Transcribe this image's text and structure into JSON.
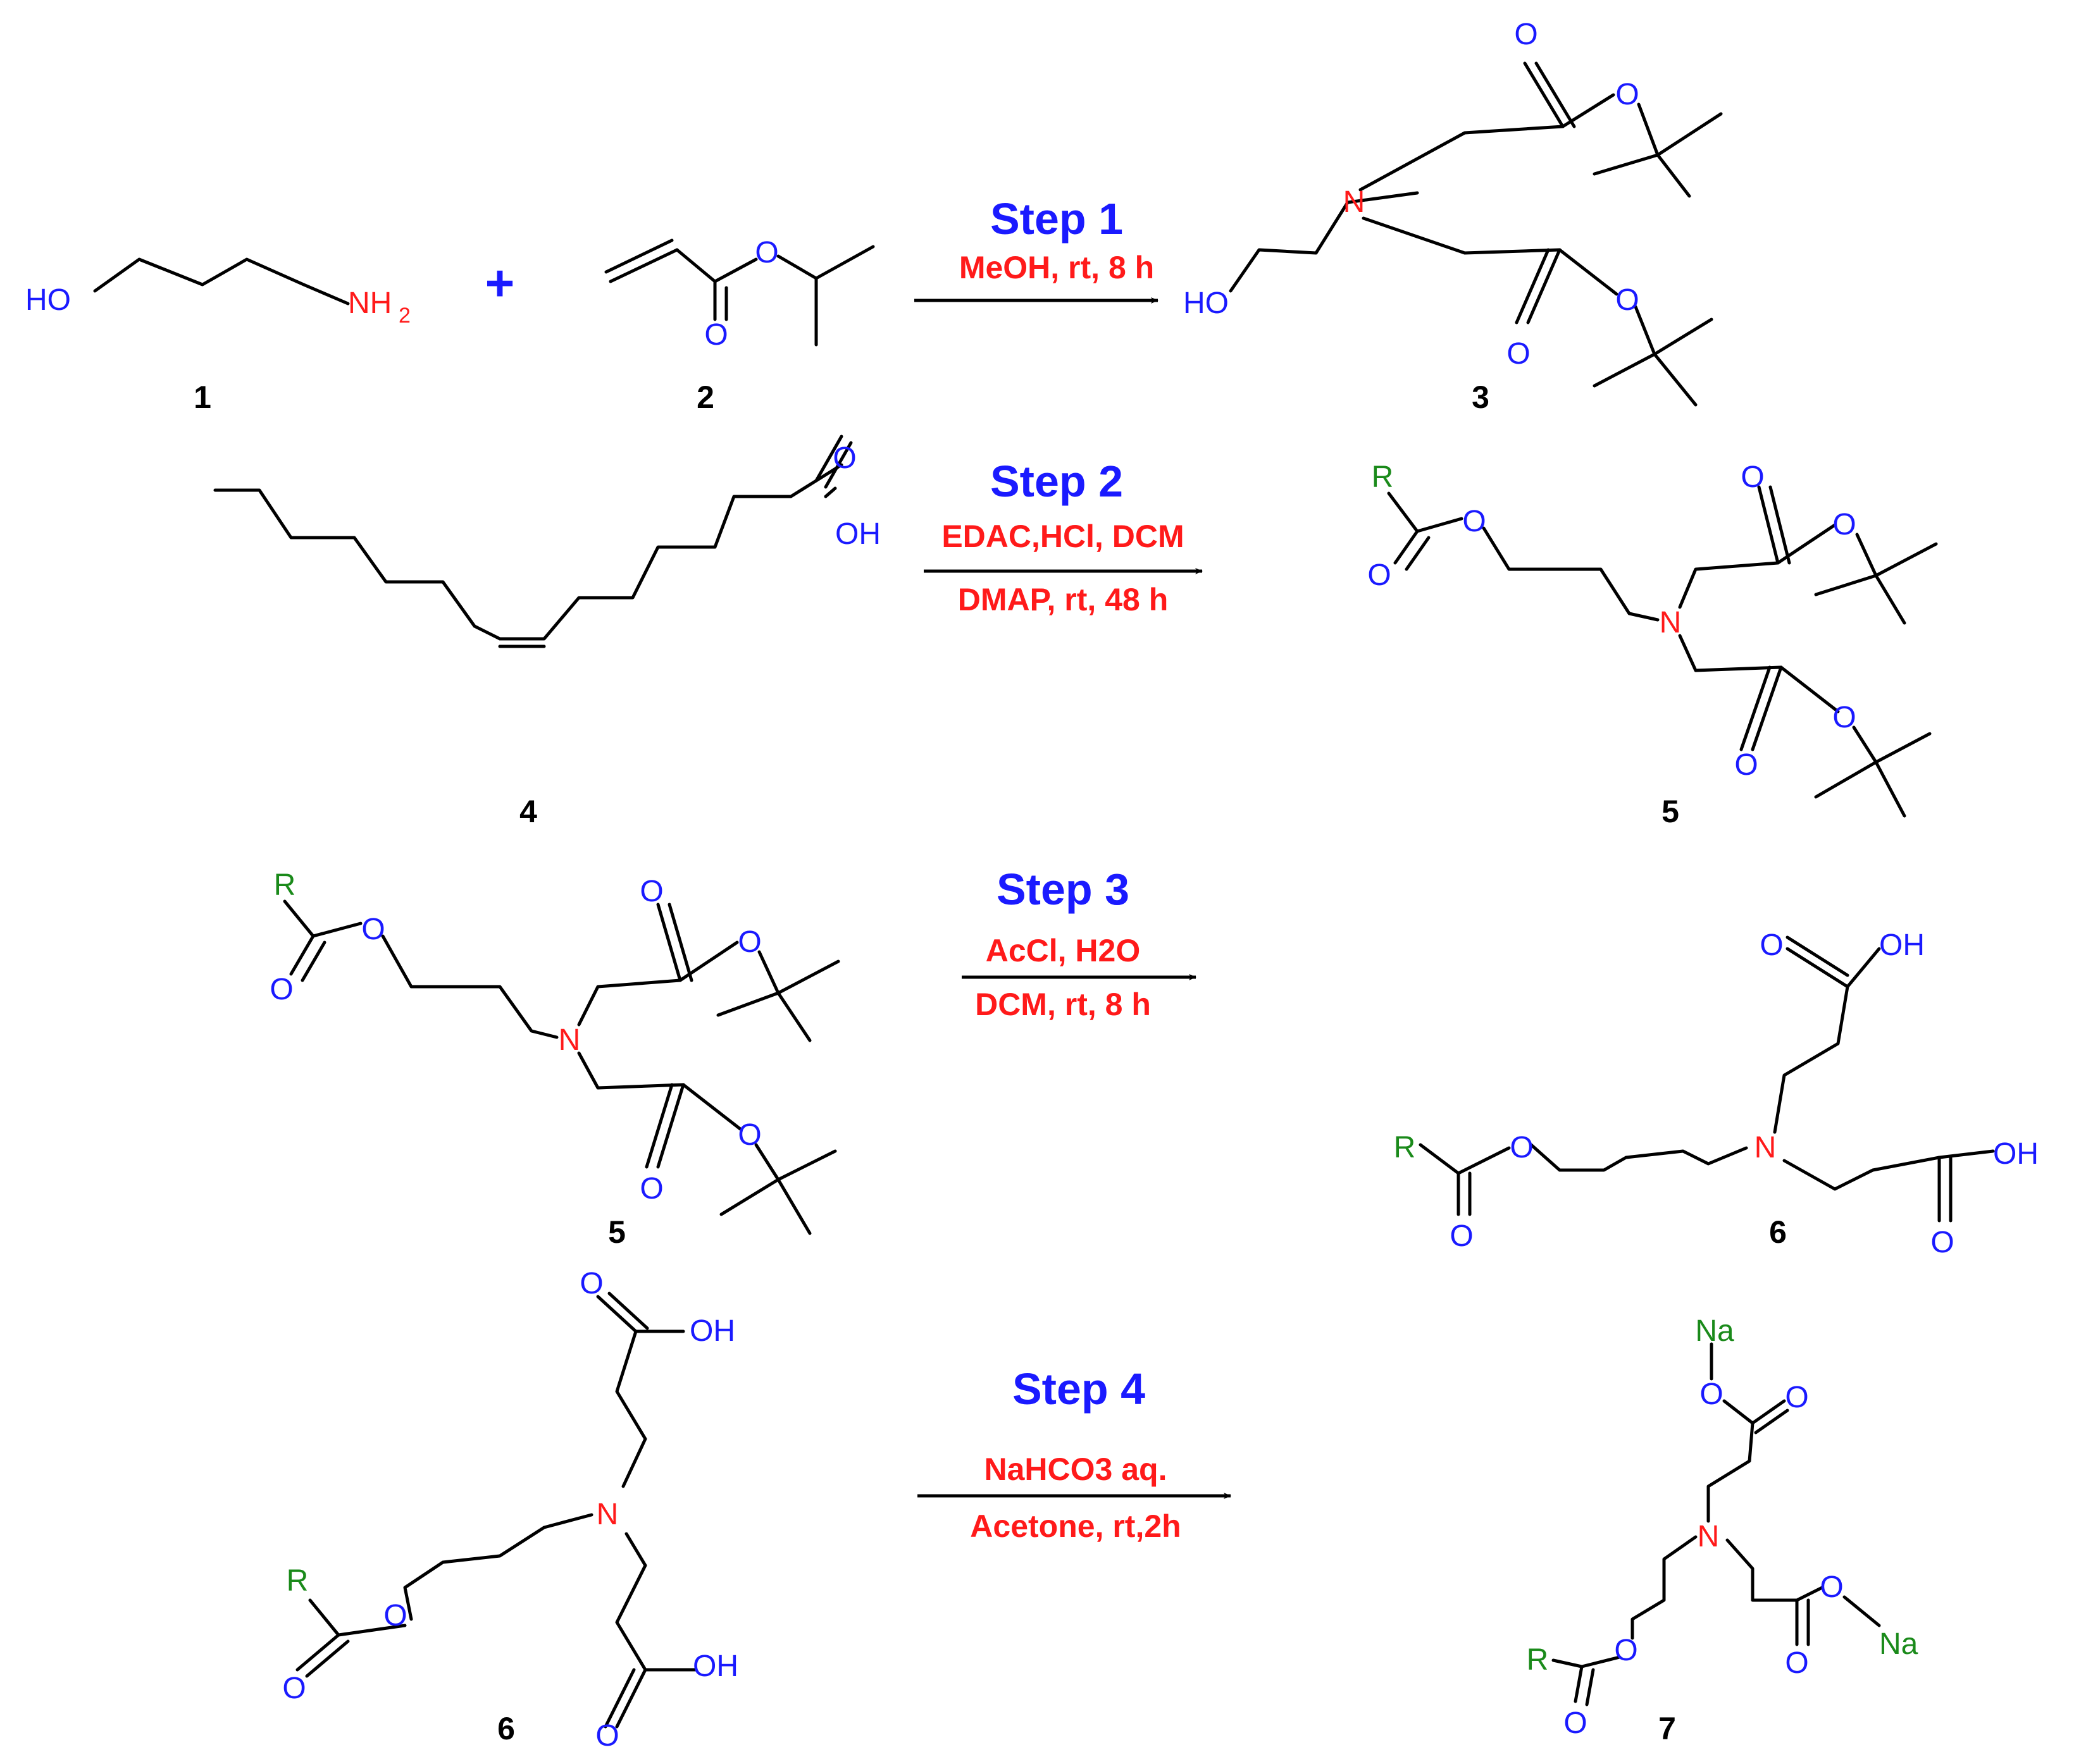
{
  "colors": {
    "oxygen": "#1a1aff",
    "nitrogen": "#ff1a1a",
    "r_group": "#1a8a1a",
    "sodium": "#1a8a1a",
    "step": "#1a1aff",
    "condition": "#ff1a1a",
    "bond": "#000000"
  },
  "atoms": {
    "HO": "HO",
    "OH": "OH",
    "O": "O",
    "N": "N",
    "NH": "NH",
    "sub2": "2",
    "R": "R",
    "Na": "Na"
  },
  "plus": "+",
  "labels": {
    "c1": "1",
    "c2": "2",
    "c3": "3",
    "c4": "4",
    "c5": "5",
    "c6": "6",
    "c7": "7"
  },
  "steps": [
    {
      "title": "Step 1",
      "conditions": [
        "MeOH, rt, 8 h"
      ]
    },
    {
      "title": "Step 2",
      "conditions": [
        "EDAC,HCl, DCM",
        "DMAP, rt, 48 h"
      ]
    },
    {
      "title": "Step 3",
      "conditions": [
        "AcCl, H2O",
        "DCM, rt, 8 h"
      ]
    },
    {
      "title": "Step 4",
      "conditions": [
        "NaHCO3 aq.",
        "Acetone, rt,2h"
      ]
    }
  ]
}
